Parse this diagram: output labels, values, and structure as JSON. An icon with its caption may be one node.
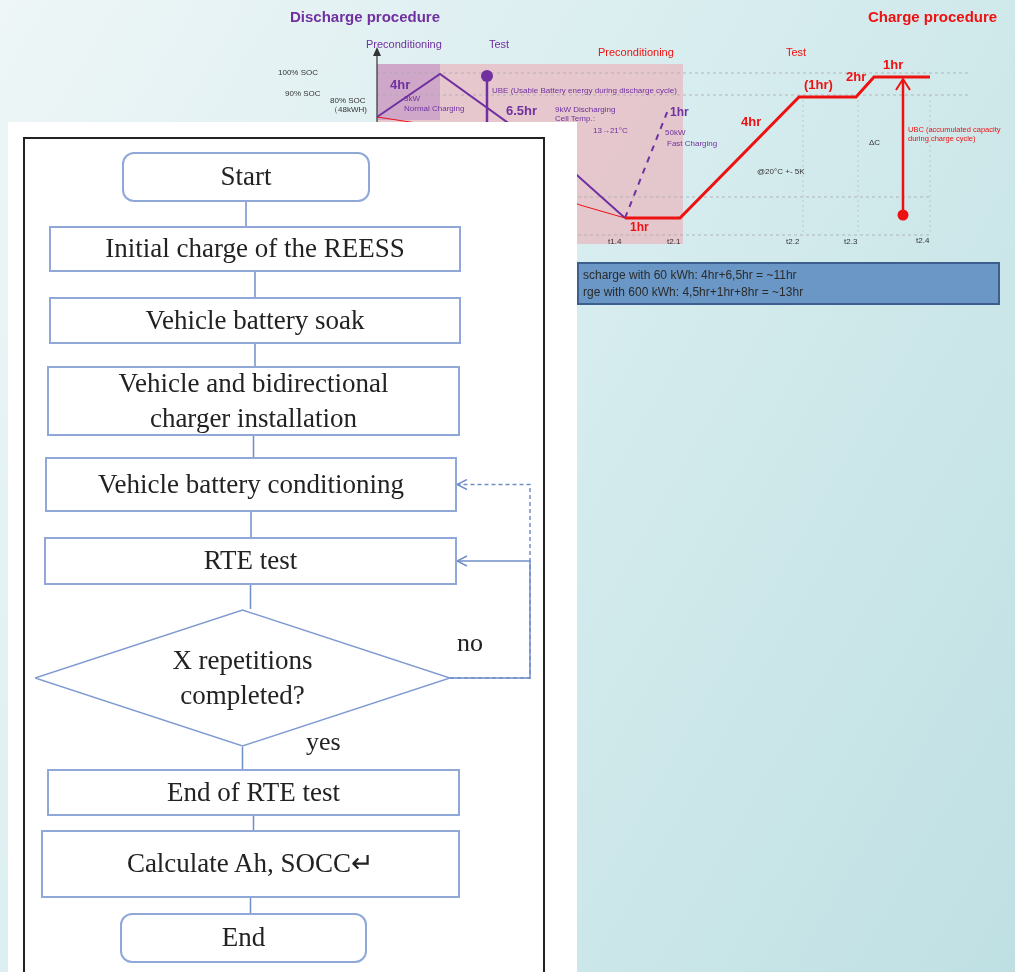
{
  "diagram": {
    "nodes": [
      {
        "text": [
          "Start"
        ]
      },
      {
        "text": [
          "Initial charge of the REESS"
        ]
      },
      {
        "text": [
          "Vehicle battery soak"
        ]
      },
      {
        "text": [
          "Vehicle and bidirectional charger installation"
        ]
      },
      {
        "text": [
          "Vehicle battery conditioning"
        ]
      },
      {
        "text": [
          "RTE test"
        ]
      },
      {
        "text": [
          "X repetitions completed?"
        ]
      },
      {
        "text": [
          "End of RTE test"
        ]
      },
      {
        "text": [
          "Calculate Ah, SOCC↵"
        ]
      },
      {
        "text": [
          "End"
        ]
      },
      {
        "text": [
          "scharge with 60 kWh: 4hr+6,5hr = ~11hr",
          "rge with 600 kWh: 4,5hr+1hr+8hr = ~13hr"
        ]
      }
    ],
    "edges": [
      {
        "from": 0,
        "to": 1,
        "arrow": "none"
      },
      {
        "from": 1,
        "to": 2,
        "arrow": "none"
      },
      {
        "from": 2,
        "to": 3,
        "arrow": "none"
      },
      {
        "from": 3,
        "to": 4,
        "arrow": "none"
      },
      {
        "from": 4,
        "to": 5,
        "arrow": "none"
      },
      {
        "from": 5,
        "to": 6,
        "arrow": "none"
      },
      {
        "from": 6,
        "to": 7,
        "arrow": "none",
        "label": "yes"
      },
      {
        "from": 7,
        "to": 8,
        "arrow": "none"
      },
      {
        "from": 8,
        "to": 9,
        "arrow": "none"
      },
      {
        "from": 6,
        "to": 5,
        "arrow": "to",
        "label": "no"
      },
      {
        "from": 6,
        "to": 4,
        "arrow": "to",
        "style": "dashed"
      }
    ],
    "labels": [
      "Discharge procedure",
      "Charge procedure",
      "Preconditioning",
      "Test",
      "Preconditioning",
      "Test",
      "1hr",
      "100% SOC",
      "4hr",
      "2hr",
      "(1hr)",
      "90% SOC",
      "UBE (Usable Battery energy during discharge cycle)",
      "80% SOC （48kWH)",
      "3kW",
      "Normal Charging",
      "6.5hr",
      "9kW Discharging Cell Temp.:",
      "13→21°C",
      "1hr",
      "4hr",
      "50kW",
      "Fast Charging",
      "UBC (accumulated capacity during charge cycle)",
      "ΔC",
      "@20°C +- 5K",
      "1hr",
      "t1.4",
      "t2.1",
      "t2.2",
      "t2.3",
      "t2.4"
    ]
  }
}
